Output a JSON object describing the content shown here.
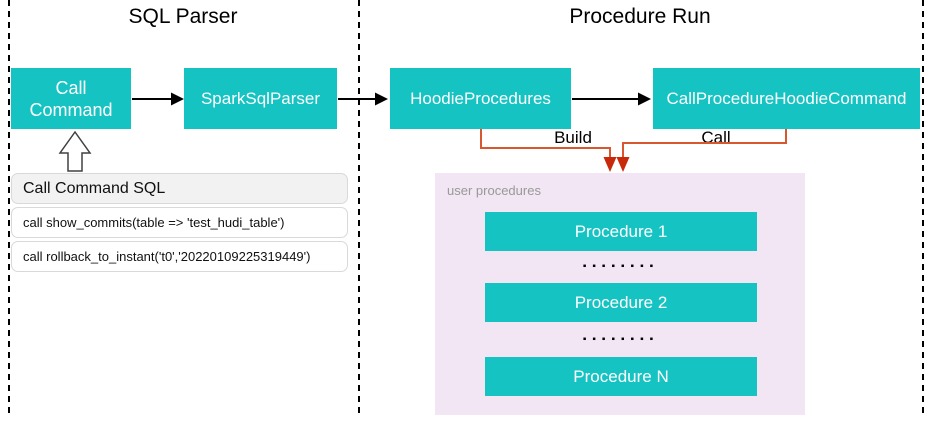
{
  "lanes": {
    "sql_parser": {
      "title": "SQL Parser"
    },
    "procedure_run": {
      "title": "Procedure Run"
    }
  },
  "nodes": {
    "call_command": {
      "line1": "Call",
      "line2": "Command"
    },
    "spark_sql_parser": {
      "label": "SparkSqlParser"
    },
    "hoodie_procedures": {
      "label": "HoodieProcedures"
    },
    "call_procedure_hoodie_command": {
      "label": "CallProcedureHoodieCommand"
    }
  },
  "edges": {
    "build_label": "Build",
    "call_label": "Call"
  },
  "sql_panel": {
    "header": "Call Command SQL",
    "rows": [
      "call show_commits(table => 'test_hudi_table')",
      "call rollback_to_instant('t0','20220109225319449')"
    ]
  },
  "user_procedures": {
    "label": "user procedures",
    "items": [
      "Procedure 1",
      "Procedure 2",
      "Procedure N"
    ],
    "dots": "▪▪▪▪▪▪▪▪"
  },
  "colors": {
    "teal": "#15C3C3",
    "purple_bg": "#F2E5F4",
    "orange_line": "#D9572E",
    "orange_arrowhead": "#C7290A",
    "black": "#000000"
  }
}
